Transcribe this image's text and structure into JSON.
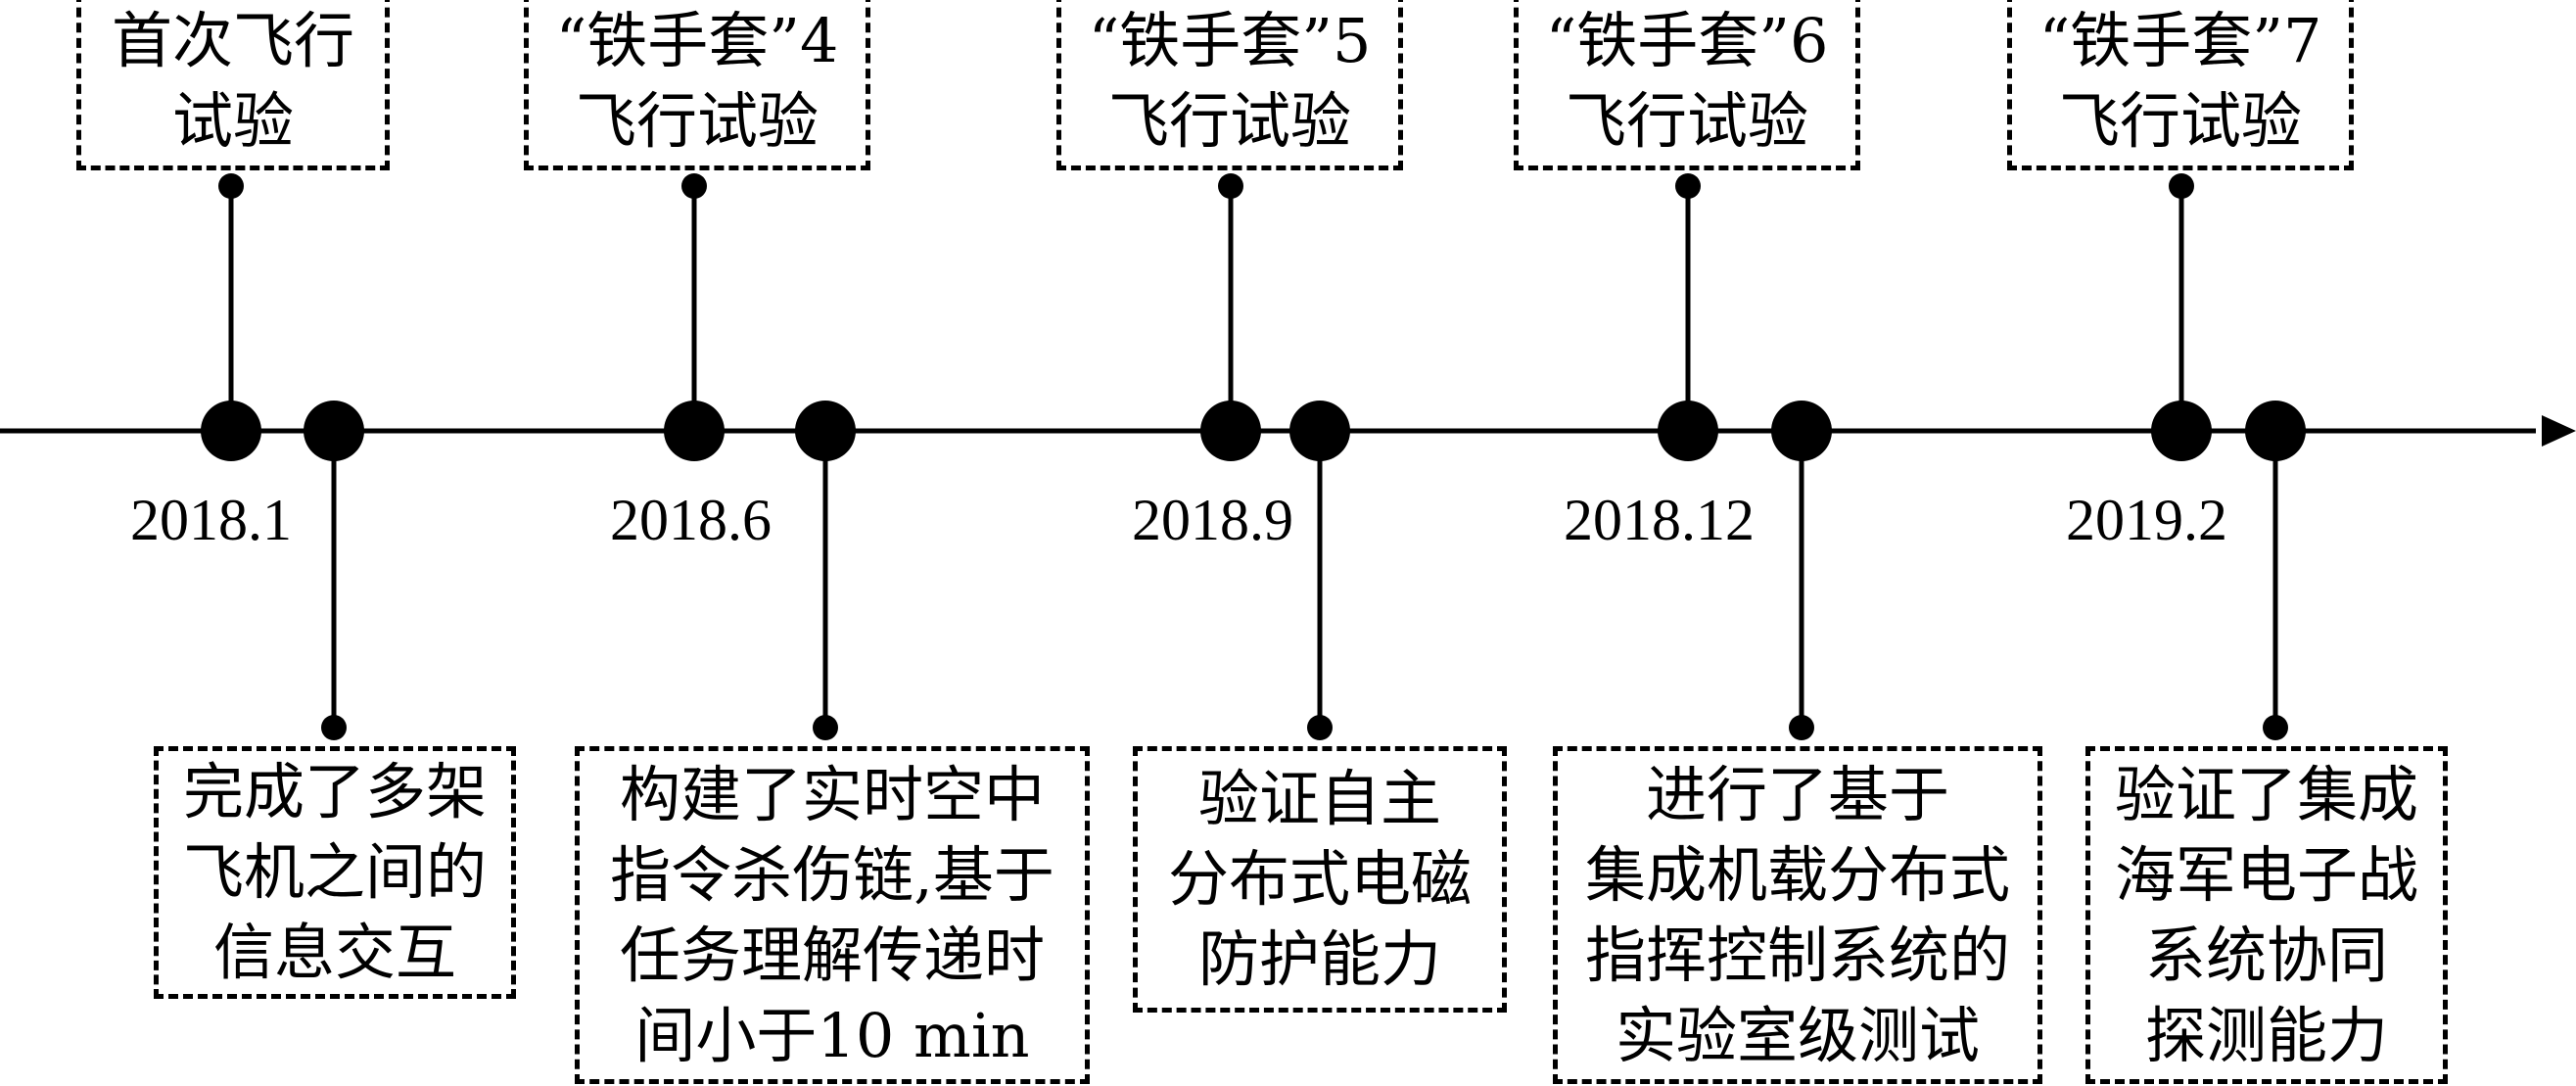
{
  "diagram": {
    "top_events": [
      {
        "lines": [
          "首次飞行",
          "试验"
        ]
      },
      {
        "lines": [
          "“铁手套”4",
          "飞行试验"
        ]
      },
      {
        "lines": [
          "“铁手套”5",
          "飞行试验"
        ]
      },
      {
        "lines": [
          "“铁手套”6",
          "飞行试验"
        ]
      },
      {
        "lines": [
          "“铁手套”7",
          "飞行试验"
        ]
      }
    ],
    "dates": [
      "2018.1",
      "2018.6",
      "2018.9",
      "2018.12",
      "2019.2"
    ],
    "bottom_events": [
      {
        "lines": [
          "完成了多架",
          "飞机之间的",
          "信息交互"
        ]
      },
      {
        "lines": [
          "构建了实时空中",
          "指令杀伤链,基于",
          "任务理解传递时",
          "间小于10 min"
        ]
      },
      {
        "lines": [
          "验证自主",
          "分布式电磁",
          "防护能力"
        ]
      },
      {
        "lines": [
          "进行了基于",
          "集成机载分布式",
          "指挥控制系统的",
          "实验室级测试"
        ]
      },
      {
        "lines": [
          "验证了集成",
          "海军电子战",
          "系统协同",
          "探测能力"
        ]
      }
    ],
    "colors": {
      "line": "#000000",
      "box_border": "#000000",
      "background": "#ffffff"
    }
  }
}
